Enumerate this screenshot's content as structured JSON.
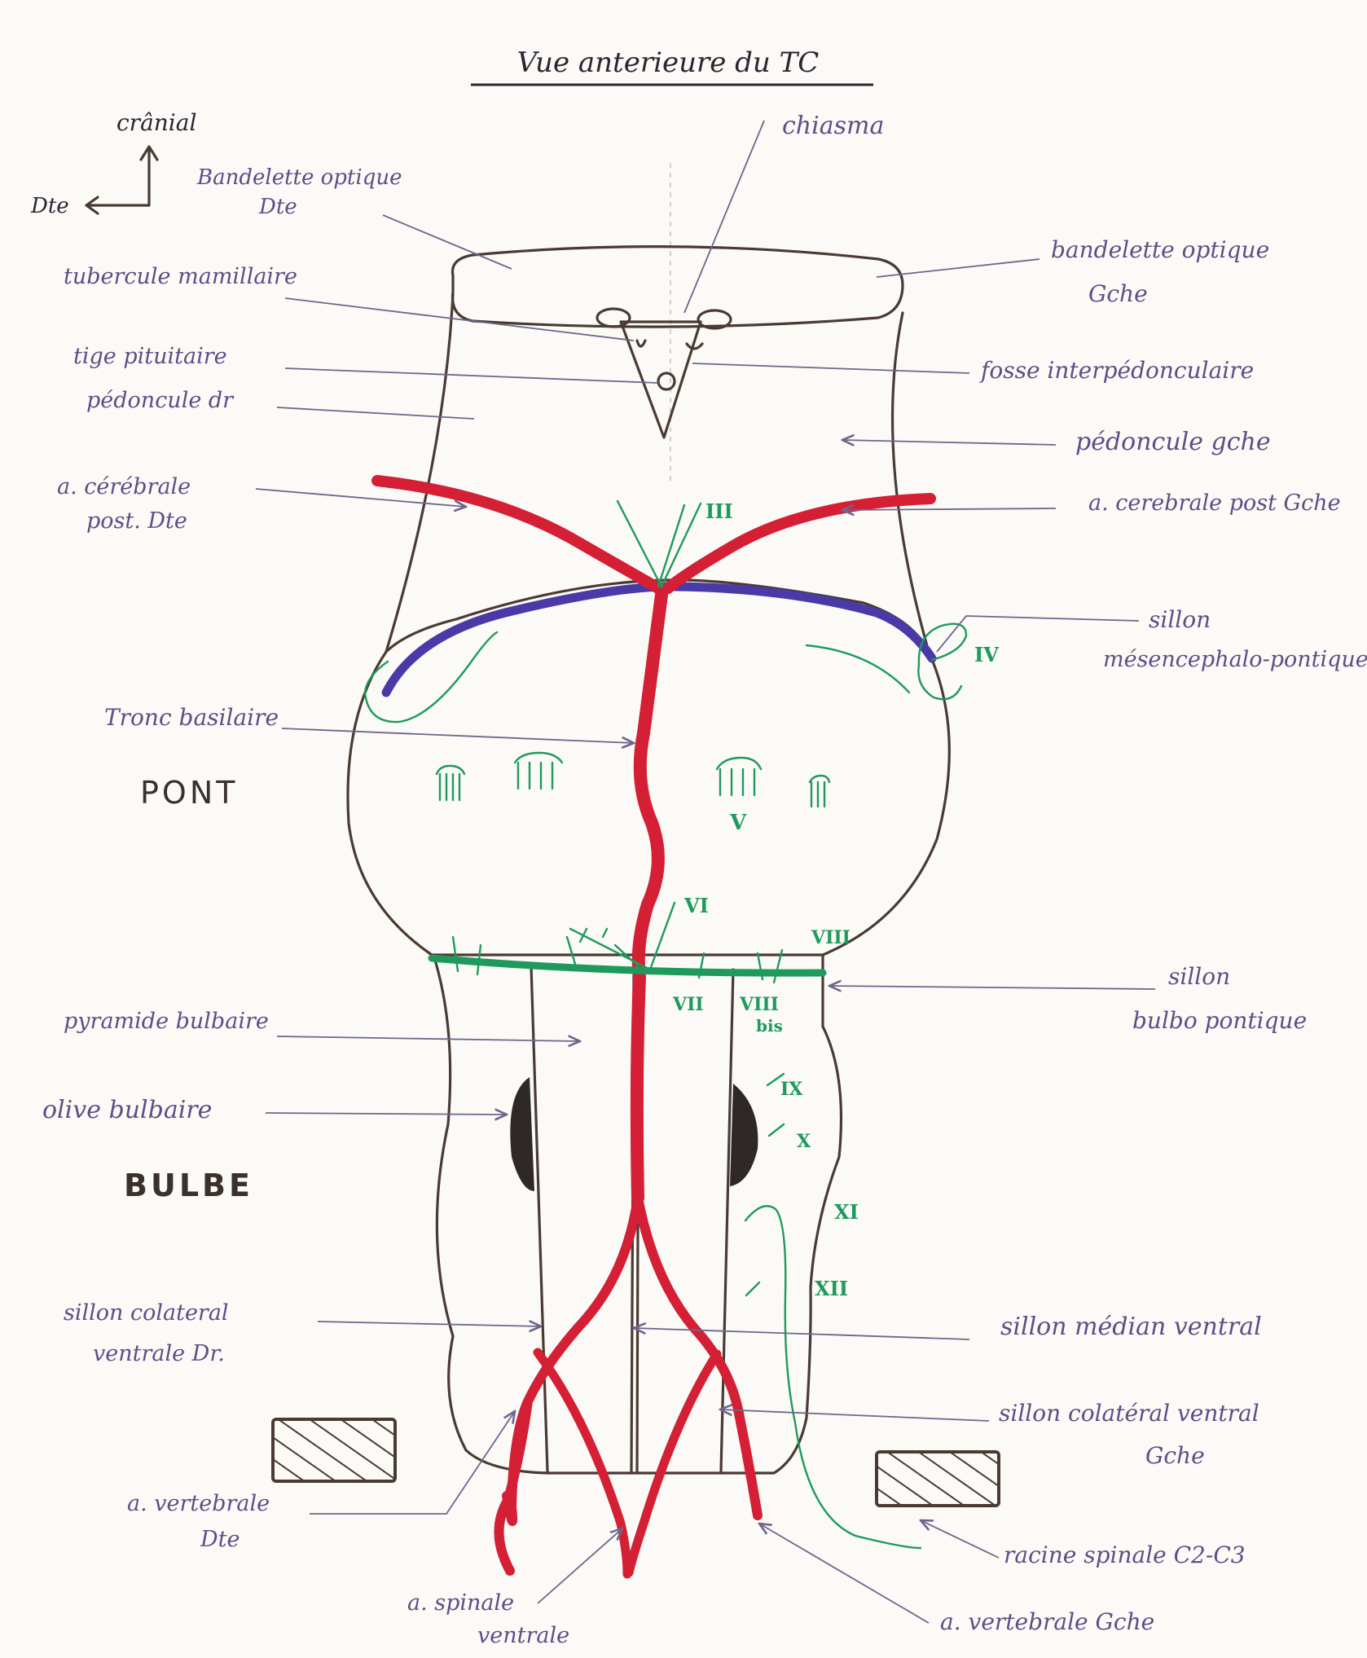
{
  "title": "Vue anterieure du TC",
  "orientation": {
    "up": "crânial",
    "left": "Dte"
  },
  "regions": {
    "pons": "PONT",
    "medulla": "BULBE"
  },
  "labels": {
    "bandelette_optique_dte": [
      "Bandelette optique",
      "Dte"
    ],
    "chiasma": "chiasma",
    "bandelette_optique_gche": [
      "bandelette optique",
      "Gche"
    ],
    "tubercule_mamillaire": "tubercule mamillaire",
    "tige_pituitaire": "tige pituitaire",
    "pedoncule_dr": "pédoncule dr",
    "fosse_interpedonculaire": "fosse interpédonculaire",
    "pedoncule_gche": "pédoncule gche",
    "a_cerebrale_post_dte": [
      "a. cérébrale",
      "post. Dte"
    ],
    "a_cerebrale_post_gche": "a. cerebrale post Gche",
    "sillon_mesencephalo_pontique": [
      "sillon",
      "mésencephalo-pontique"
    ],
    "tronc_basilaire": "Tronc basilaire",
    "sillon_bulbo_pontique": [
      "sillon",
      "bulbo pontique"
    ],
    "pyramide_bulbaire": "pyramide bulbaire",
    "olive_bulbaire": "olive bulbaire",
    "sillon_colateral_ventrale_dr": [
      "sillon colateral",
      "ventrale Dr."
    ],
    "sillon_median_ventral": "sillon médian ventral",
    "sillon_colateral_ventral_gche": [
      "sillon colatéral ventral",
      "Gche"
    ],
    "a_vertebrale_dte": [
      "a. vertebrale",
      "Dte"
    ],
    "racine_spinale": "racine spinale C2-C3",
    "a_spinale_ventrale": [
      "a. spinale",
      "ventrale"
    ],
    "a_vertebrale_gche": "a. vertebrale Gche"
  },
  "nerves": {
    "III": "III",
    "IV": "IV",
    "V": "V",
    "VI": "VI",
    "VII": "VII",
    "VIII": "VIII",
    "VIII_bis": "VIII",
    "bis": "bis",
    "IX": "IX",
    "X": "X",
    "XI": "XI",
    "XII": "XII"
  },
  "colors": {
    "outline": "#4a3a33",
    "artery": "#d41f35",
    "vein": "#4a3aa8",
    "nerve": "#1f9a5c",
    "label": "#5b4f86"
  }
}
